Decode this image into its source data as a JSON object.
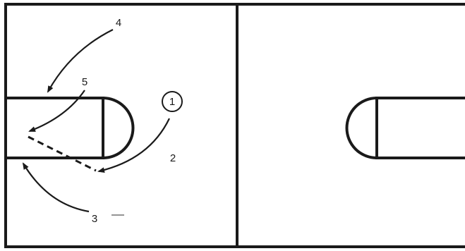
{
  "diagram": {
    "players": [
      {
        "id": "p1",
        "label": "1",
        "circled": true
      },
      {
        "id": "p2",
        "label": "2",
        "circled": false
      },
      {
        "id": "p3",
        "label": "3",
        "circled": false
      },
      {
        "id": "p4",
        "label": "4",
        "circled": false
      },
      {
        "id": "p5",
        "label": "5",
        "circled": false
      }
    ],
    "movements": [
      {
        "from": "1",
        "type": "cut",
        "direction": "baseline"
      },
      {
        "from": "3",
        "type": "cut",
        "direction": "low-post"
      },
      {
        "from": "4",
        "type": "cut",
        "direction": "lane"
      },
      {
        "from": "5",
        "type": "cut",
        "direction": "block"
      },
      {
        "from": "1",
        "to": "5",
        "type": "pass",
        "style": "dashed"
      }
    ]
  }
}
